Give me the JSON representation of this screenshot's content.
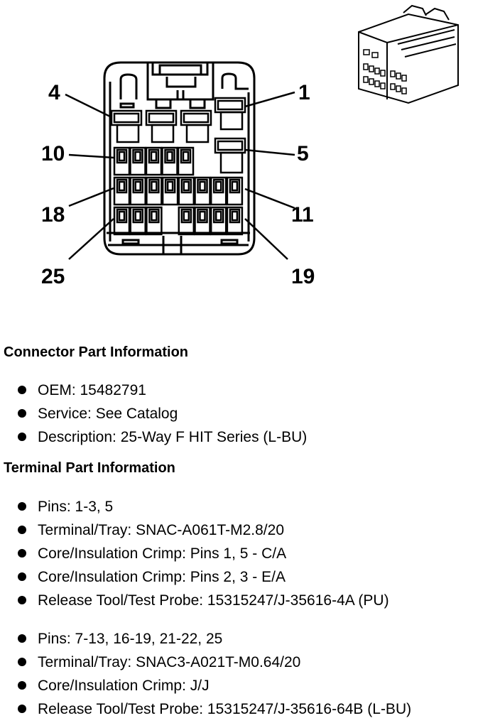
{
  "diagram": {
    "pin_labels": [
      "4",
      "1",
      "10",
      "5",
      "18",
      "11",
      "25",
      "19"
    ]
  },
  "connector_info": {
    "heading": "Connector Part Information",
    "items": [
      "OEM: 15482791",
      "Service: See Catalog",
      "Description: 25-Way F HIT Series (L-BU)"
    ]
  },
  "terminal_info": {
    "heading": "Terminal Part Information",
    "group1": [
      "Pins: 1-3, 5",
      "Terminal/Tray: SNAC-A061T-M2.8/20",
      "Core/Insulation Crimp: Pins 1, 5 - C/A",
      "Core/Insulation Crimp: Pins 2, 3 - E/A",
      "Release Tool/Test Probe: 15315247/J-35616-4A (PU)"
    ],
    "group2": [
      "Pins: 7-13, 16-19, 21-22, 25",
      "Terminal/Tray: SNAC3-A021T-M0.64/20",
      "Core/Insulation Crimp: J/J",
      "Release Tool/Test Probe: 15315247/J-35616-64B (L-BU)"
    ]
  }
}
